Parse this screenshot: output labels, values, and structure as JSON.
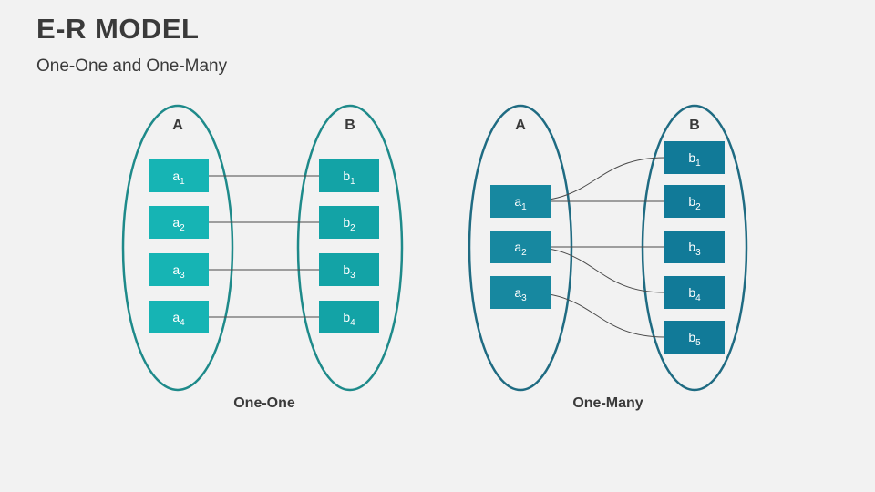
{
  "header": {
    "title": "E-R MODEL",
    "subtitle": "One-One and One-Many"
  },
  "colors": {
    "one_one_ellipse": "#1e8a8a",
    "one_one_box": "#16b4b4",
    "one_one_box_right": "#13a3a6",
    "one_many_ellipse": "#1f6b82",
    "one_many_box_left": "#1788a0",
    "one_many_box_right": "#117a98",
    "connector": "#4a4a4a"
  },
  "diagrams": [
    {
      "id": "one-one",
      "caption": "One-One",
      "set_a": {
        "label": "A",
        "items": [
          {
            "base": "a",
            "sub": "1"
          },
          {
            "base": "a",
            "sub": "2"
          },
          {
            "base": "a",
            "sub": "3"
          },
          {
            "base": "a",
            "sub": "4"
          }
        ]
      },
      "set_b": {
        "label": "B",
        "items": [
          {
            "base": "b",
            "sub": "1"
          },
          {
            "base": "b",
            "sub": "2"
          },
          {
            "base": "b",
            "sub": "3"
          },
          {
            "base": "b",
            "sub": "4"
          }
        ]
      },
      "links": [
        [
          0,
          0
        ],
        [
          1,
          1
        ],
        [
          2,
          2
        ],
        [
          3,
          3
        ]
      ]
    },
    {
      "id": "one-many",
      "caption": "One-Many",
      "set_a": {
        "label": "A",
        "items": [
          {
            "base": "a",
            "sub": "1"
          },
          {
            "base": "a",
            "sub": "2"
          },
          {
            "base": "a",
            "sub": "3"
          }
        ]
      },
      "set_b": {
        "label": "B",
        "items": [
          {
            "base": "b",
            "sub": "1"
          },
          {
            "base": "b",
            "sub": "2"
          },
          {
            "base": "b",
            "sub": "3"
          },
          {
            "base": "b",
            "sub": "4"
          },
          {
            "base": "b",
            "sub": "5"
          }
        ]
      },
      "links": [
        [
          0,
          0
        ],
        [
          0,
          1
        ],
        [
          1,
          2
        ],
        [
          1,
          3
        ],
        [
          2,
          4
        ]
      ]
    }
  ]
}
